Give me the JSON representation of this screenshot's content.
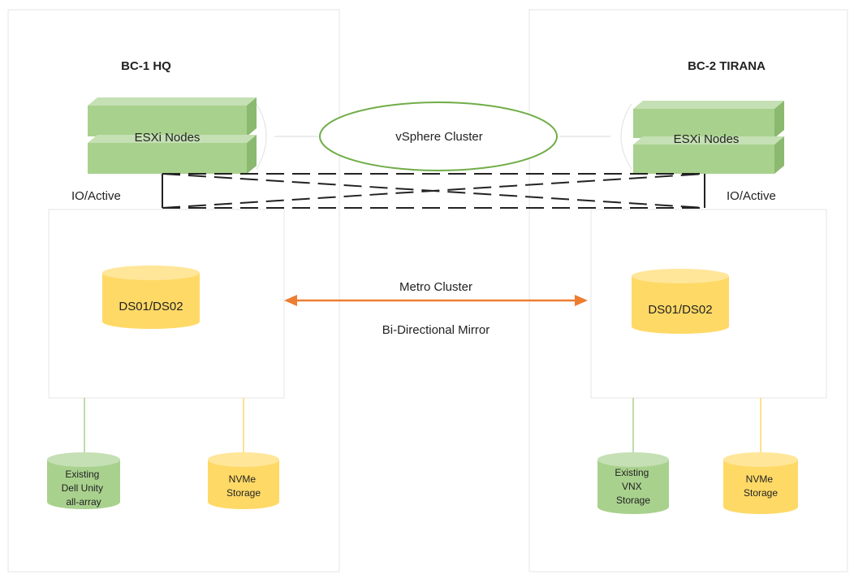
{
  "sites": {
    "left": {
      "title": "BC-1 HQ",
      "nodes_label": "ESXi Nodes",
      "io_label": "IO/Active",
      "datastore_label": "DS01/DS02",
      "existing_storage_label": [
        "Existing",
        "Dell Unity",
        "all-array"
      ],
      "nvme_storage_label": [
        "NVMe",
        "Storage"
      ]
    },
    "right": {
      "title": "BC-2 TIRANA",
      "nodes_label": "ESXi Nodes",
      "io_label": "IO/Active",
      "datastore_label": "DS01/DS02",
      "existing_storage_label": [
        "Existing",
        "VNX",
        "Storage"
      ],
      "nvme_storage_label": [
        "NVMe",
        "Storage"
      ]
    }
  },
  "cluster": {
    "label": "vSphere Cluster"
  },
  "replication": {
    "top_label": "Metro Cluster",
    "bottom_label": "Bi-Directional Mirror"
  },
  "colors": {
    "green_fill": "#a9d18e",
    "green_dark": "#8ab96f",
    "green_top": "#c5e0b4",
    "yellow_fill": "#ffd966",
    "yellow_top": "#ffe699",
    "ellipse_stroke": "#70ad47",
    "arrow": "#ed7d31",
    "frame": "#e6e6e6",
    "text": "#222222"
  }
}
